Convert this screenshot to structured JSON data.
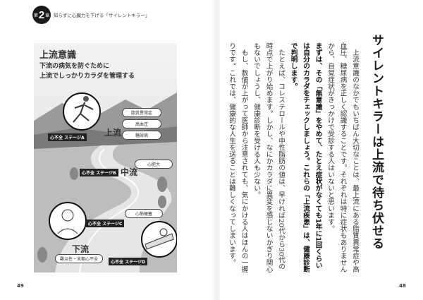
{
  "header": {
    "chapter_prefix": "第",
    "chapter_number": "2",
    "chapter_suffix": "章",
    "running_head": "知らずに心臓力を下げる「サイレントキラー」"
  },
  "illustration": {
    "title": "上流意識",
    "subtitle_lines": [
      "下流の病気を防ぐために",
      "上流でしっかりカラダを管理する"
    ],
    "upstream_conditions": [
      "脂質異常症",
      "高血圧",
      "糖尿病"
    ],
    "midstream_condition": "心肥大",
    "late_condition": "心筋梗塞",
    "downstream_condition": "難治性・末期心不全",
    "flows": {
      "upper": "上流",
      "middle": "中流",
      "lower": "下流"
    },
    "stages": {
      "a": "心不全 ステージA",
      "b": "心不全 ステージB",
      "c": "心不全 ステージC",
      "d": "心不全 ステージD"
    }
  },
  "article": {
    "title": "サイレントキラーは上流で待ち伏せる",
    "paragraphs": [
      {
        "text": "上流意識のなかでもいちばん大切なことは、最上流にある脂質異常症や高血圧、糖尿病を正しく認識することです。それぞれは特に症状もありませんから、自覚症状がきっかけで受診する人はいないと思います。",
        "bold": false
      },
      {
        "text": "まずは、その「無意識」をやめて、たとえ症状がなくても1年に1回くらいは自分のカラダをチェックしましょう。これらの「上流疾患」は、健康診断で判明します。",
        "bold": true
      },
      {
        "text": "たとえば、コレステロールや中性脂肪の値は、早ければ20代から30代の時点で上がり始めます。しかし、なにかカラダに異変を感じないかぎり関心もないでしょうし、健康診断を受ける人も少ない。",
        "bold": false
      },
      {
        "text": "もし、数値が上がって医師から注意されても、気にかける人はほんの一握りです。これでは、健康的な人生を送ることは難しくなってしまいます。",
        "bold": false
      }
    ]
  },
  "page_numbers": {
    "left": "49",
    "right": "48"
  }
}
